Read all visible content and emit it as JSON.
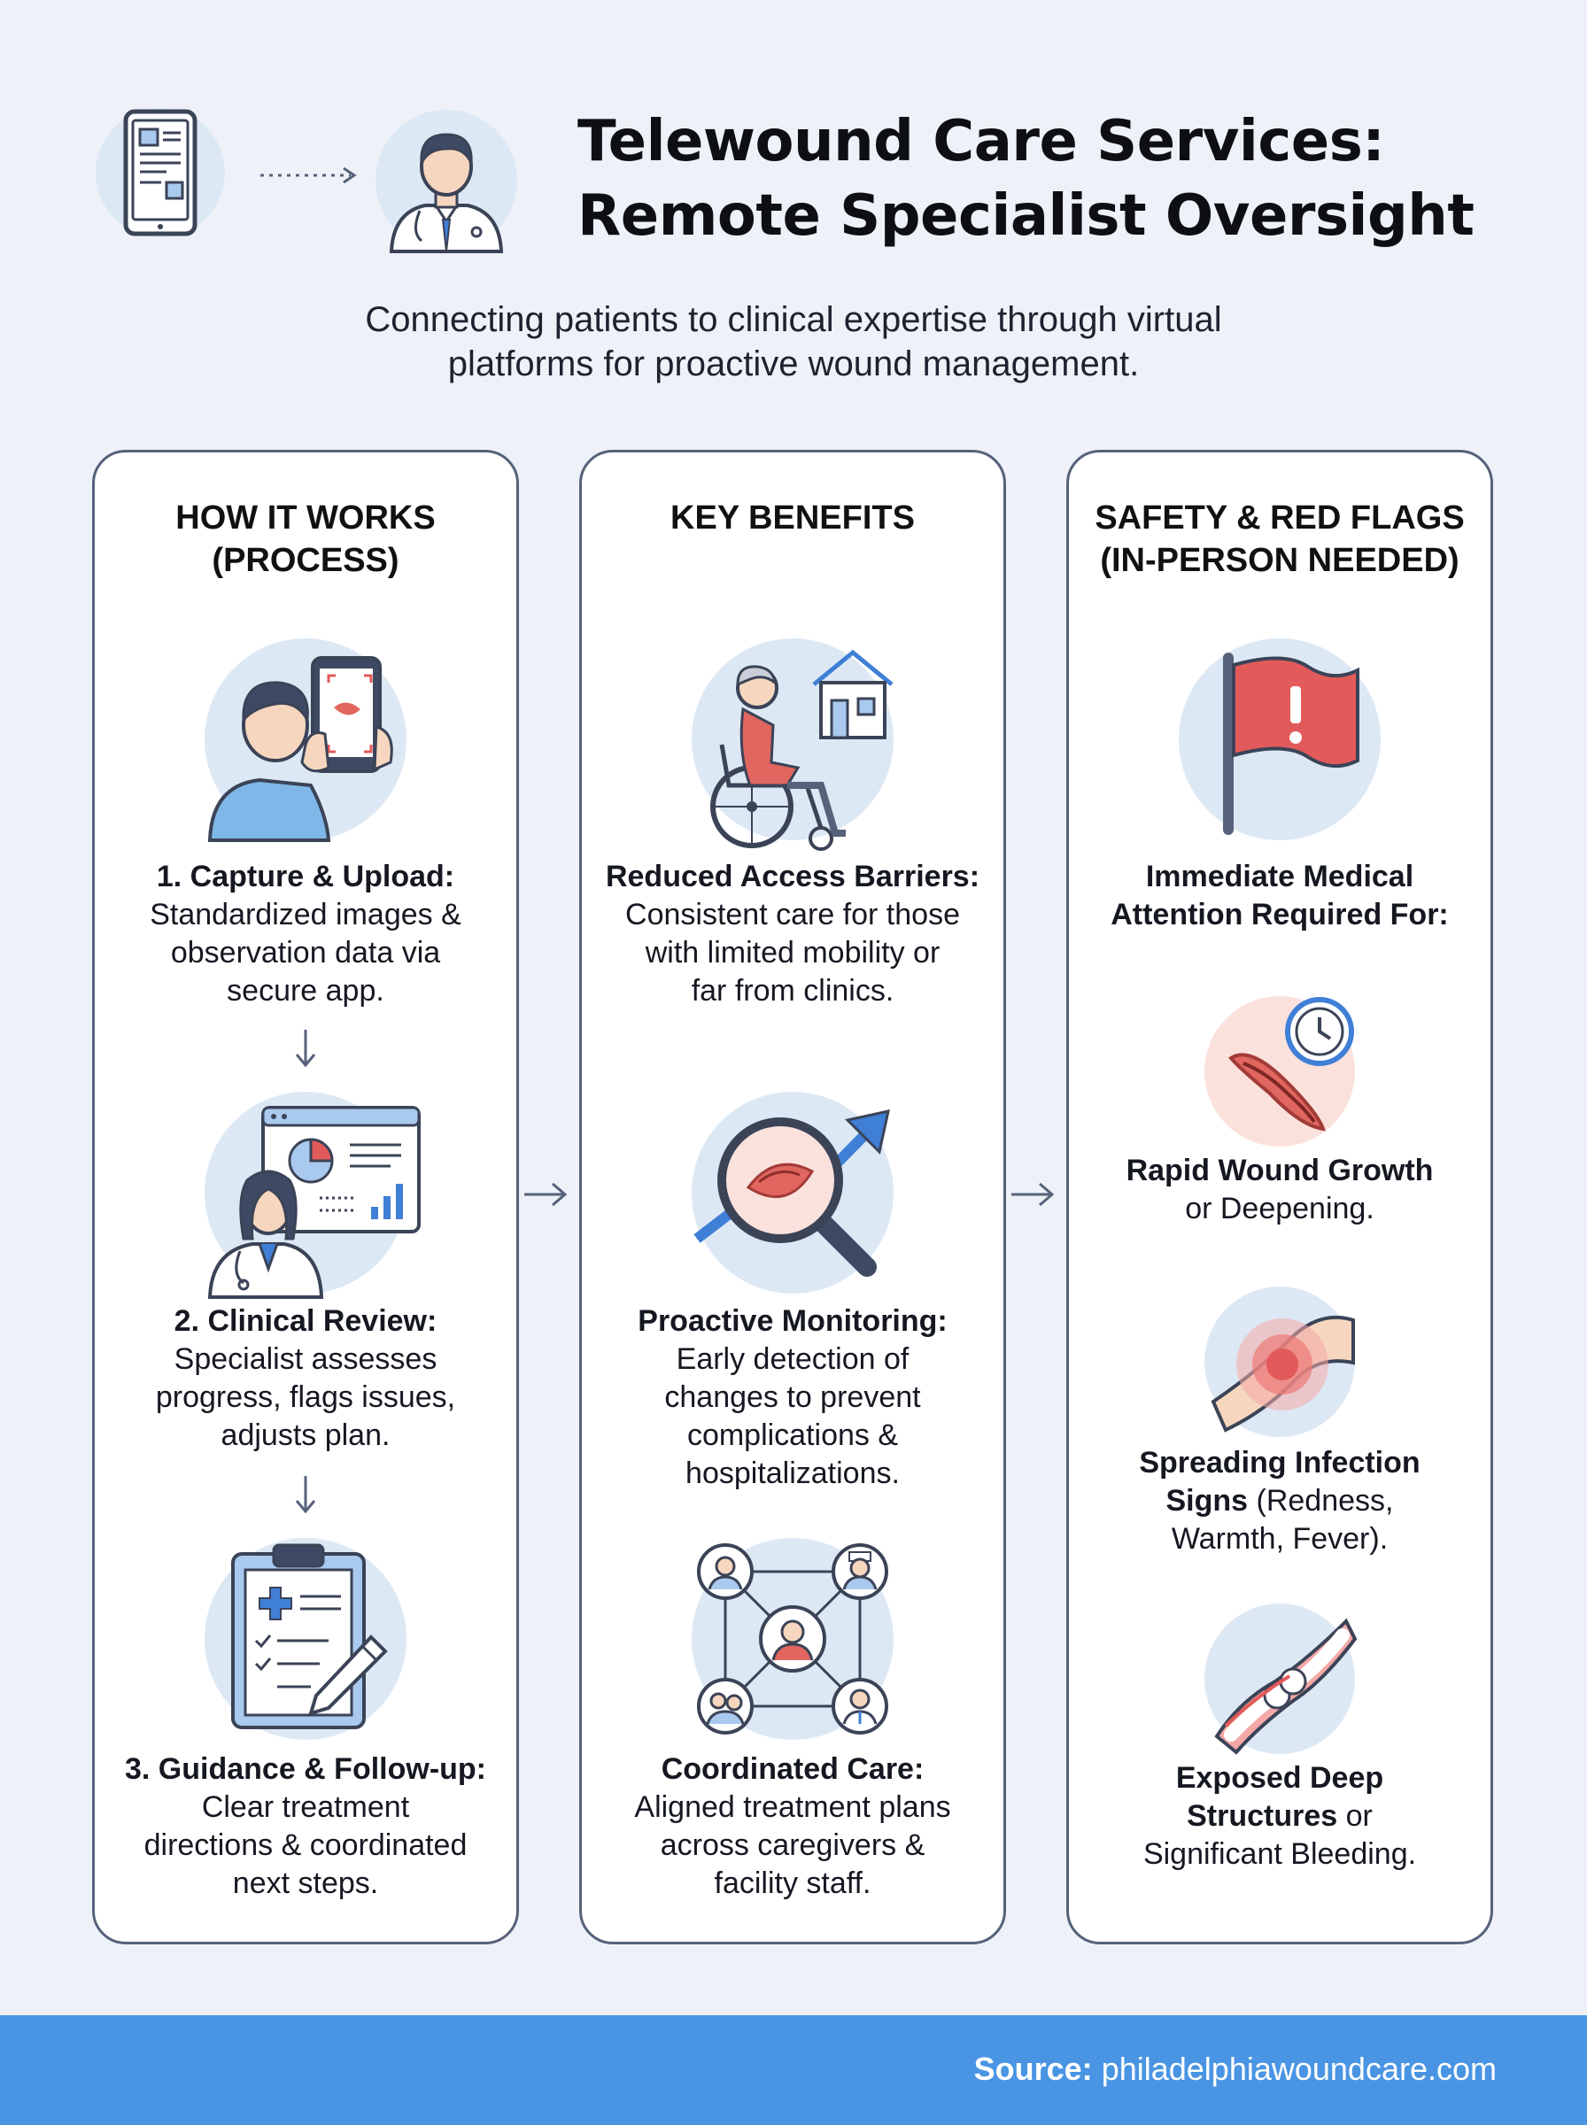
{
  "header": {
    "title_line1": "Telewound Care Services:",
    "title_line2": "Remote Specialist Oversight",
    "subtitle_line1": "Connecting patients to clinical expertise through virtual",
    "subtitle_line2": "platforms for proactive wound management.",
    "icons": [
      "tablet-icon",
      "dotted-arrow-icon",
      "doctor-icon"
    ]
  },
  "columns": [
    {
      "heading_line1": "HOW IT WORKS",
      "heading_line2": "(PROCESS)",
      "items": [
        {
          "icon": "patient-phone-photo-icon",
          "title": "1. Capture & Upload:",
          "lines": [
            "Standardized images &",
            "observation data via",
            "secure app."
          ]
        },
        {
          "icon": "clinician-dashboard-icon",
          "title": "2. Clinical Review:",
          "lines": [
            "Specialist assesses",
            "progress, flags issues,",
            "adjusts plan."
          ]
        },
        {
          "icon": "clipboard-pencil-icon",
          "title": "3. Guidance & Follow-up:",
          "lines": [
            "Clear treatment",
            "directions & coordinated",
            "next steps."
          ]
        }
      ]
    },
    {
      "heading_line1": "KEY BENEFITS",
      "heading_line2": "",
      "items": [
        {
          "icon": "wheelchair-home-icon",
          "title": "Reduced Access Barriers:",
          "lines": [
            "Consistent care for those",
            "with limited mobility or",
            "far from clinics."
          ]
        },
        {
          "icon": "magnifier-trend-icon",
          "title": "Proactive Monitoring:",
          "lines": [
            "Early detection of",
            "changes to prevent",
            "complications &",
            "hospitalizations."
          ]
        },
        {
          "icon": "care-network-icon",
          "title": "Coordinated Care:",
          "lines": [
            "Aligned treatment plans",
            "across caregivers &",
            "facility staff."
          ]
        }
      ]
    },
    {
      "heading_line1": "SAFETY & RED FLAGS",
      "heading_line2": "(IN-PERSON NEEDED)",
      "items": [
        {
          "icon": "red-flag-icon",
          "title_line1": "Immediate Medical",
          "title_line2": "Attention Required For:"
        },
        {
          "icon": "wound-clock-icon",
          "title": "Rapid Wound Growth",
          "rest": "or Deepening."
        },
        {
          "icon": "infection-spread-icon",
          "title": "Spreading Infection",
          "title2": "Signs",
          "rest_inline": " (Redness,",
          "rest": "Warmth, Fever)."
        },
        {
          "icon": "exposed-bone-icon",
          "title": "Exposed Deep",
          "title2": "Structures",
          "rest_inline": " or",
          "rest": "Significant Bleeding."
        }
      ]
    }
  ],
  "colors": {
    "background": "#eef2f8",
    "panel_border": "#56627a",
    "icon_circle": "#dde8f5",
    "accent_blue": "#4a95e3",
    "flag_red": "#e35a5a"
  },
  "footer": {
    "source_label": "Source:",
    "source_value": "philadelphiawoundcare.com"
  }
}
